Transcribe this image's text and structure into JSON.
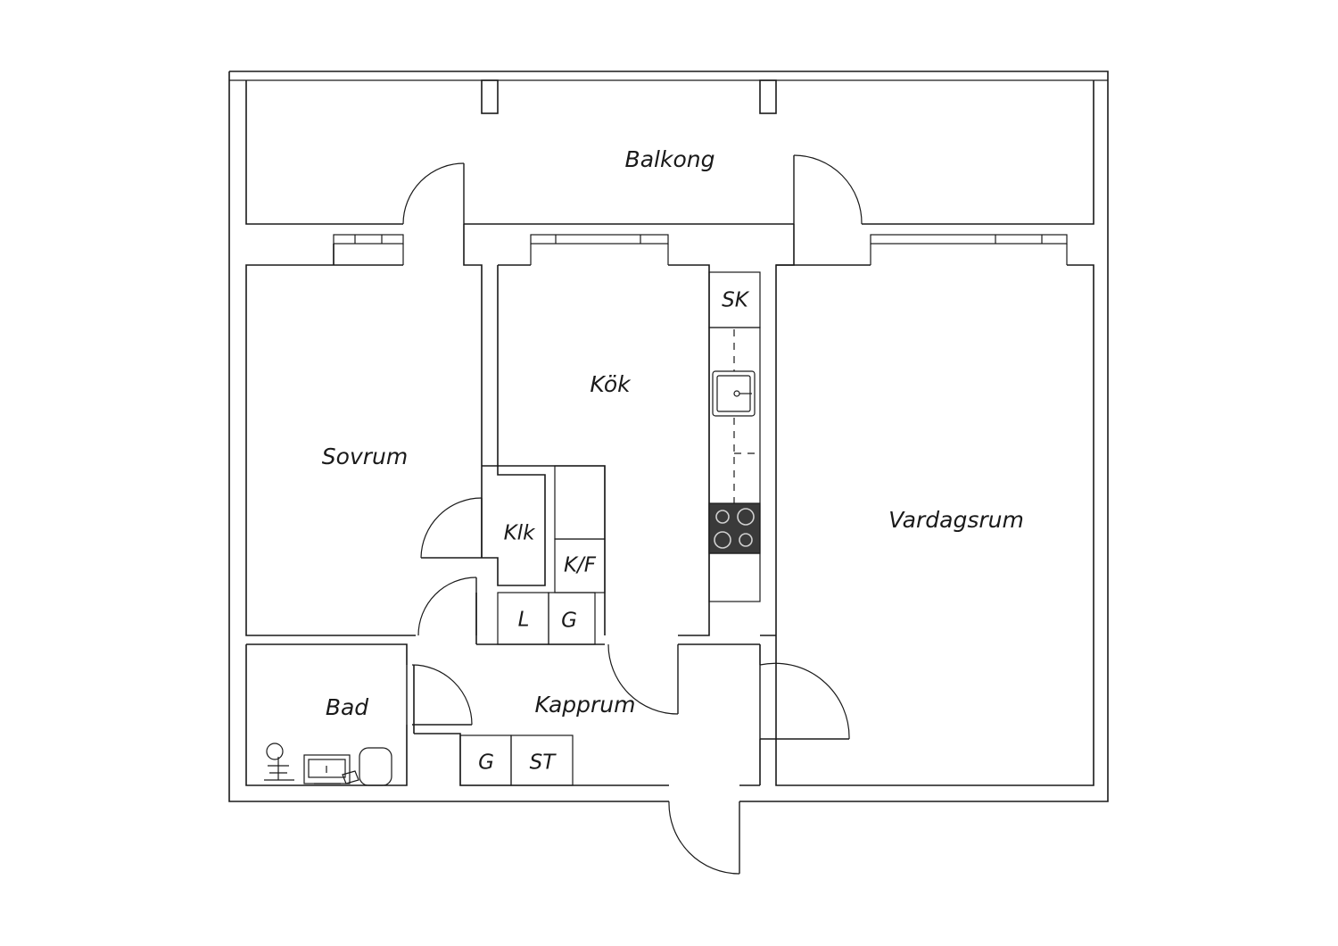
{
  "rooms": {
    "balcony": "Balkong",
    "bedroom": "Sovrum",
    "kitchen": "Kök",
    "living_room": "Vardagsrum",
    "bathroom": "Bad",
    "hall": "Kapprum",
    "walk_in_closet": "Klk"
  },
  "fixtures": {
    "broom_closet": "SK",
    "fridge_freezer": "K/F",
    "linen_closet": "L",
    "wardrobe_kitchen": "G",
    "wardrobe_hall": "G",
    "storage": "ST"
  },
  "colors": {
    "line": "#1a1a1a",
    "background": "#ffffff",
    "stove": "#3a3a3a"
  }
}
